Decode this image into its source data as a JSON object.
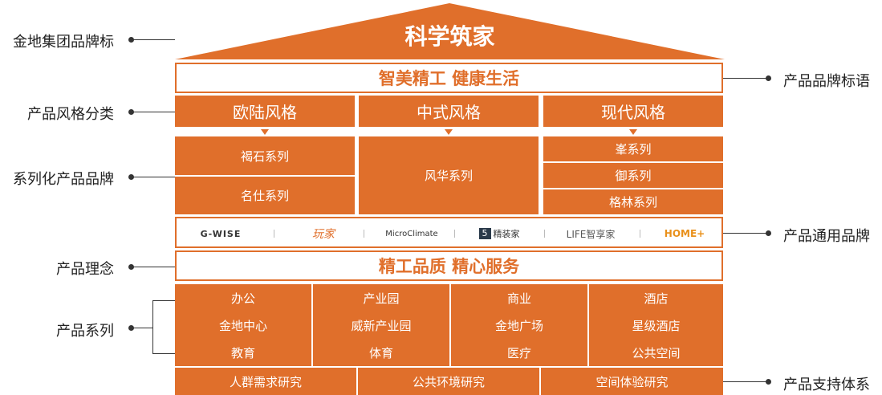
{
  "roof_title": "科学筑家",
  "slogan": "智美精工  健康生活",
  "styles": [
    "欧陆风格",
    "中式风格",
    "现代风格"
  ],
  "series": {
    "europe": [
      "褐石系列",
      "名仕系列"
    ],
    "chinese": [
      "风华系列"
    ],
    "modern": [
      "峯系列",
      "御系列",
      "格林系列"
    ]
  },
  "common_brands": {
    "gwise": "G-WISE",
    "wanjia": "玩家",
    "microclimate": "MicroClimate",
    "jingzhuang_num": "5",
    "jingzhuang": "精装家",
    "life": "LIFE智享家",
    "home": "HOME+"
  },
  "concept": "精工品质  精心服务",
  "product_grid": [
    [
      "办公",
      "产业园",
      "商业",
      "酒店"
    ],
    [
      "金地中心",
      "威新产业园",
      "金地广场",
      "星级酒店"
    ],
    [
      "教育",
      "体育",
      "医疗",
      "公共空间"
    ]
  ],
  "support": [
    "人群需求研究",
    "公共环境研究",
    "空间体验研究"
  ],
  "left_labels": {
    "group_brand": "金地集团品牌标",
    "style_category": "产品风格分类",
    "series_brand": "系列化产品品牌",
    "concept": "产品理念",
    "product_series": "产品系列"
  },
  "right_labels": {
    "slogan": "产品品牌标语",
    "common_brand": "产品通用品牌",
    "support": "产品支持体系"
  },
  "colors": {
    "brand_orange": "#e06f2b",
    "text_dark": "#222222"
  }
}
